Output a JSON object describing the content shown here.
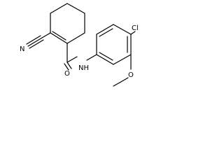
{
  "molecule": {
    "atoms": {
      "nitrile_n": "N",
      "amide_o": "O",
      "amide_nh": "NH",
      "chloro": "Cl",
      "methoxy_o": "O"
    },
    "colors": {
      "bond": "#000000",
      "label": "#000000",
      "background": "#ffffff"
    }
  }
}
